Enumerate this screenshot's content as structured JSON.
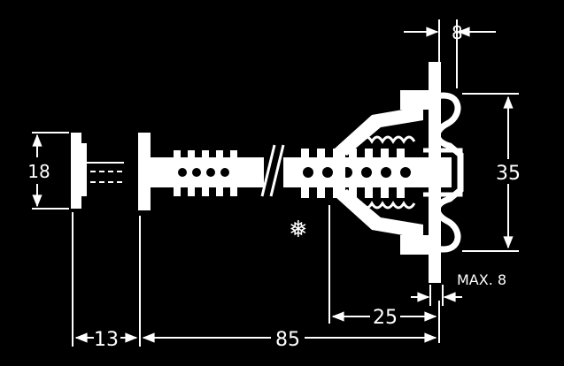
{
  "drawing": {
    "background_color": "#000000",
    "line_color": "#ffffff",
    "dimensions": {
      "top_width": "8",
      "height": "35",
      "knob_diameter": "18",
      "max_thickness": "MAX. 8",
      "depth": "25",
      "overall_length": "85",
      "gap": "13"
    },
    "glyph": "❅"
  }
}
